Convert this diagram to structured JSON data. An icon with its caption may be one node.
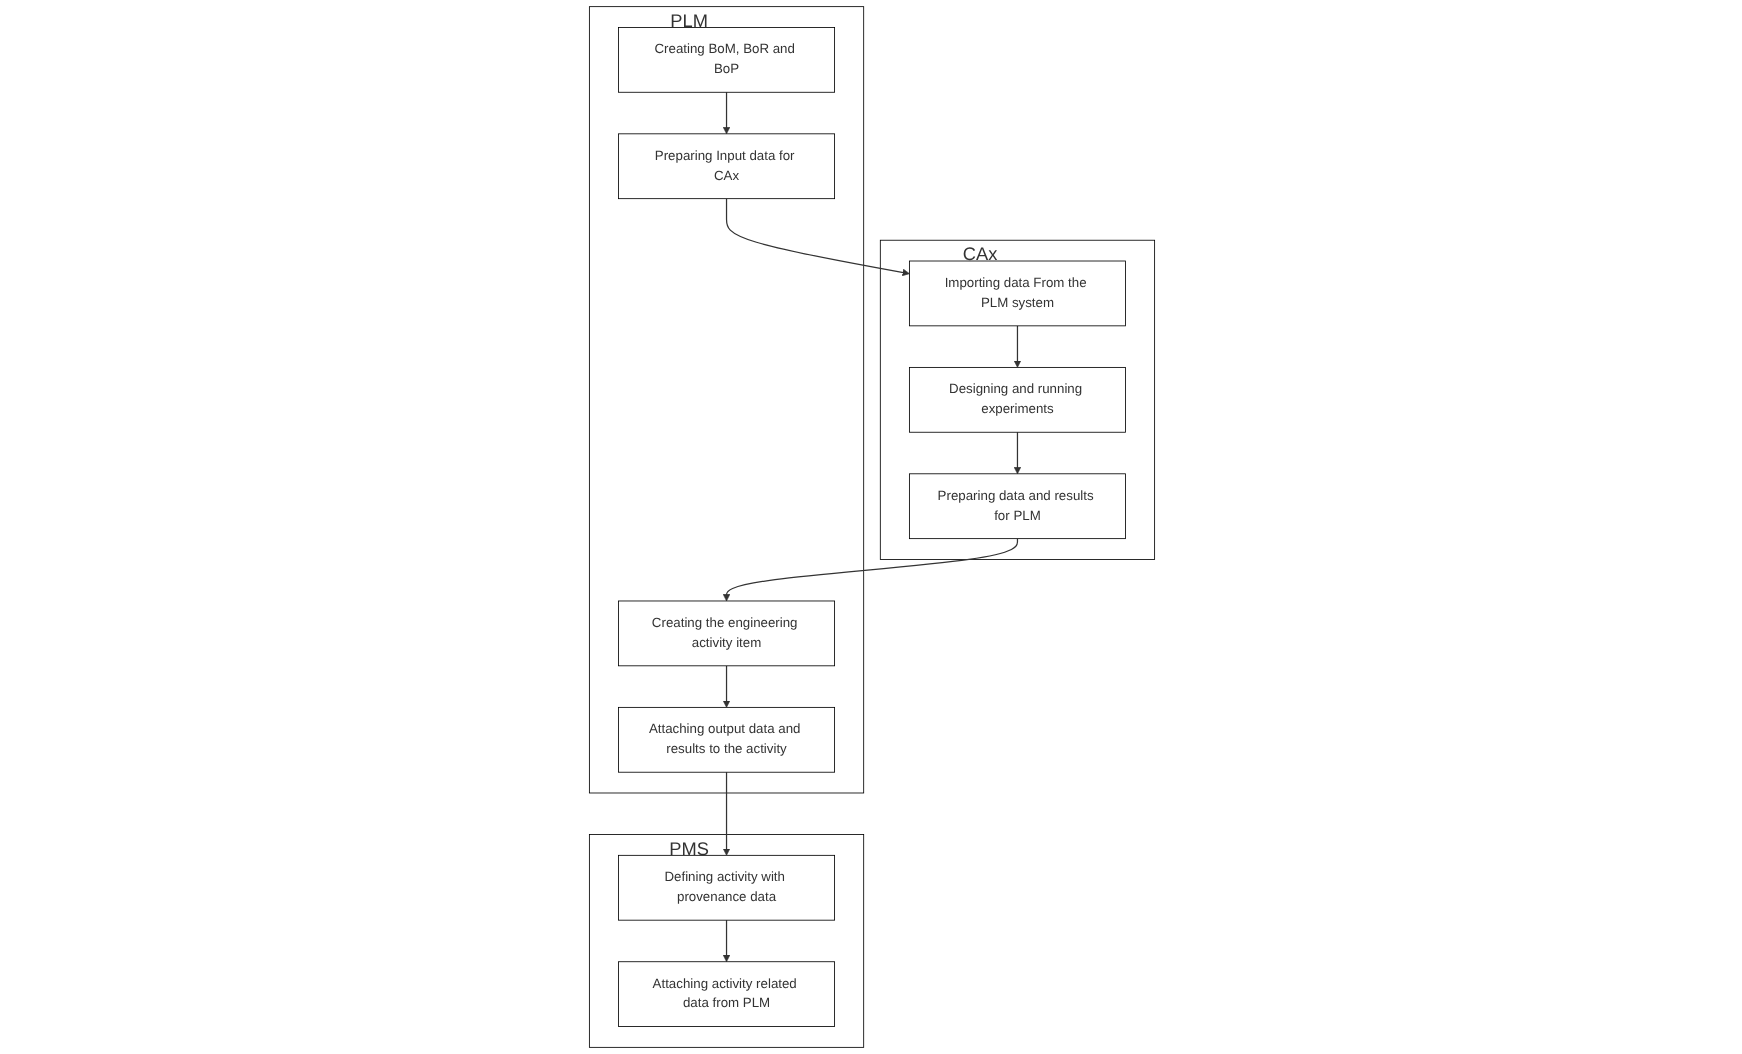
{
  "diagram": {
    "nodes": [
      {
        "text": [
          "CAx"
        ]
      },
      {
        "text": [
          "PLM"
        ]
      },
      {
        "text": [
          "PMS"
        ]
      },
      {
        "text": [
          "Creating BoM, BoR and BoP"
        ],
        "in": 1
      },
      {
        "text": [
          "Importing data From the PLM system"
        ],
        "in": 0
      },
      {
        "text": [
          "Preparing Input data for CAx"
        ],
        "in": 1
      },
      {
        "text": [
          "Designing and running experiments"
        ],
        "in": 0
      },
      {
        "text": [
          "Preparing data and results for PLM"
        ],
        "in": 0
      },
      {
        "text": [
          "Creating the engineering activity item"
        ],
        "in": 1
      },
      {
        "text": [
          "Attaching output data and results to the activity"
        ],
        "in": 1
      },
      {
        "text": [
          "Defining activity with provenance data"
        ],
        "in": 2
      },
      {
        "text": [
          "Attaching activity related data from PLM"
        ],
        "in": 2
      }
    ],
    "edges": [
      {
        "from": 3,
        "to": 5,
        "arrow": "to"
      },
      {
        "from": 5,
        "to": 4,
        "arrow": "to"
      },
      {
        "from": 4,
        "to": 6,
        "arrow": "to"
      },
      {
        "from": 6,
        "to": 7,
        "arrow": "to"
      },
      {
        "from": 7,
        "to": 8,
        "arrow": "to"
      },
      {
        "from": 8,
        "to": 9,
        "arrow": "to"
      },
      {
        "from": 9,
        "to": 10,
        "arrow": "to"
      },
      {
        "from": 10,
        "to": 11,
        "arrow": "to"
      }
    ]
  }
}
